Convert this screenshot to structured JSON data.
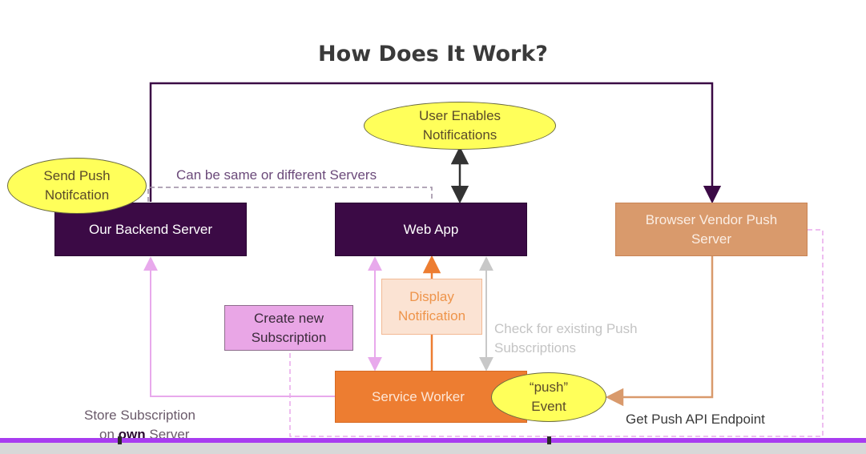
{
  "title": "How Does It Work?",
  "nodes": {
    "backend": "Our Backend Server",
    "webapp": "Web App",
    "vendor": "Browser Vendor Push Server",
    "service_worker": "Service Worker",
    "display": "Display Notification",
    "create": "Create new Subscription"
  },
  "bubbles": {
    "send_push": "Send Push Notifcation",
    "user_enables": "User Enables Notifications",
    "push_event": "“push” Event"
  },
  "labels": {
    "same_or_diff": "Can be same or different Servers",
    "check_existing": "Check for existing Push Subscriptions",
    "get_endpoint": "Get Push API Endpoint",
    "store_line1": "Store Subscription",
    "store_pre": "on ",
    "store_bold": "own",
    "store_post": " Server"
  },
  "colors": {
    "dark_purple": "#3b0a45",
    "vendor_orange": "#d99a6c",
    "service_worker_orange": "#ed7d31",
    "bubble_yellow": "#ffff5a",
    "pink_line": "#e8a9ec",
    "progress_purple": "#a83cf0"
  }
}
